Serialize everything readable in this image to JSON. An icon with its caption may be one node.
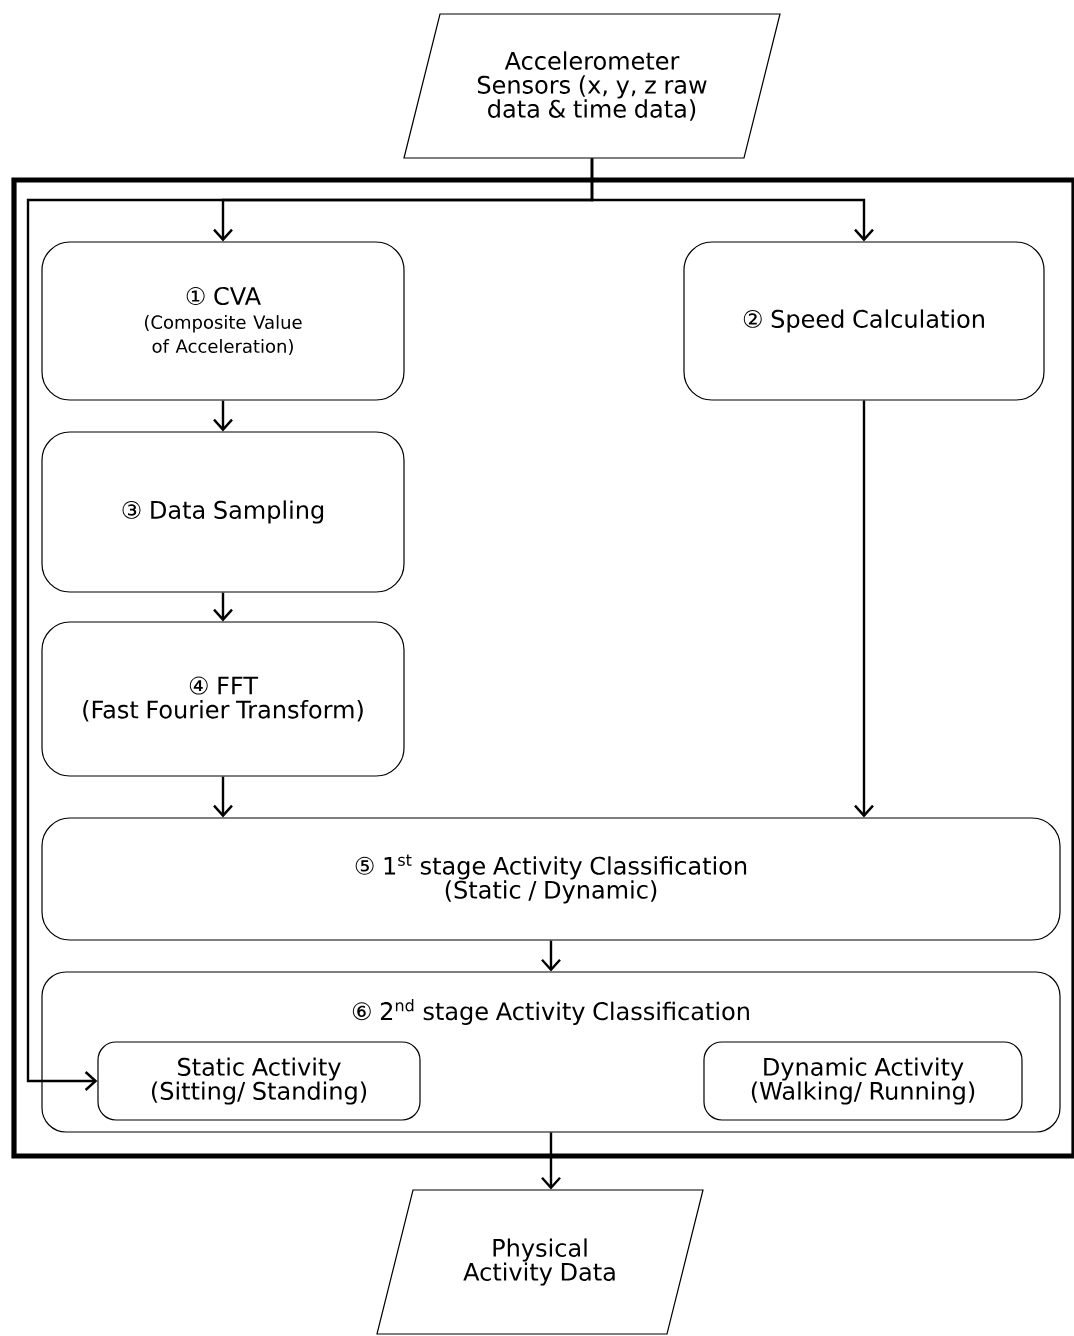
{
  "diagram": {
    "nodes": [
      {
        "text": [
          "Accelerometer Sensors (x, y, z raw data & time data)"
        ]
      },
      {
        "text": [],
        "shape": "box"
      },
      {
        "text": [
          "① CVA",
          "(Composite Value of Acceleration)"
        ],
        "in": 1
      },
      {
        "text": [
          "② Speed Calculation"
        ],
        "in": 1
      },
      {
        "text": [
          "③ Data Sampling"
        ],
        "in": 1
      },
      {
        "text": [
          "④ FFT",
          "(Fast Fourier Transform)"
        ],
        "in": 1
      },
      {
        "text": [
          "⑤ 1$^{st}$ stage Activity Classification",
          "(Static / Dynamic)"
        ],
        "in": 1
      },
      {
        "text": [
          "⑥ 2$^{nd}$ stage Activity Classification"
        ],
        "in": 1
      },
      {
        "text": [
          "Static Activity (Sitting/ Standing)"
        ],
        "in": 7
      },
      {
        "text": [
          "Dynamic Activity (Walking/ Running)"
        ],
        "in": 7
      },
      {
        "text": [
          "Physical Activity Data"
        ]
      }
    ],
    "edges": [
      {
        "from": 0,
        "to": 2,
        "arrow": "to"
      },
      {
        "from": 0,
        "to": 3,
        "arrow": "to"
      },
      {
        "from": 0,
        "to": 8,
        "arrow": "to"
      },
      {
        "from": 2,
        "to": 4,
        "arrow": "to"
      },
      {
        "from": 4,
        "to": 5,
        "arrow": "to"
      },
      {
        "from": 5,
        "to": 6,
        "arrow": "to"
      },
      {
        "from": 3,
        "to": 6,
        "arrow": "to"
      },
      {
        "from": 6,
        "to": 7,
        "arrow": "to"
      },
      {
        "from": 7,
        "to": 10,
        "arrow": "to"
      }
    ]
  }
}
